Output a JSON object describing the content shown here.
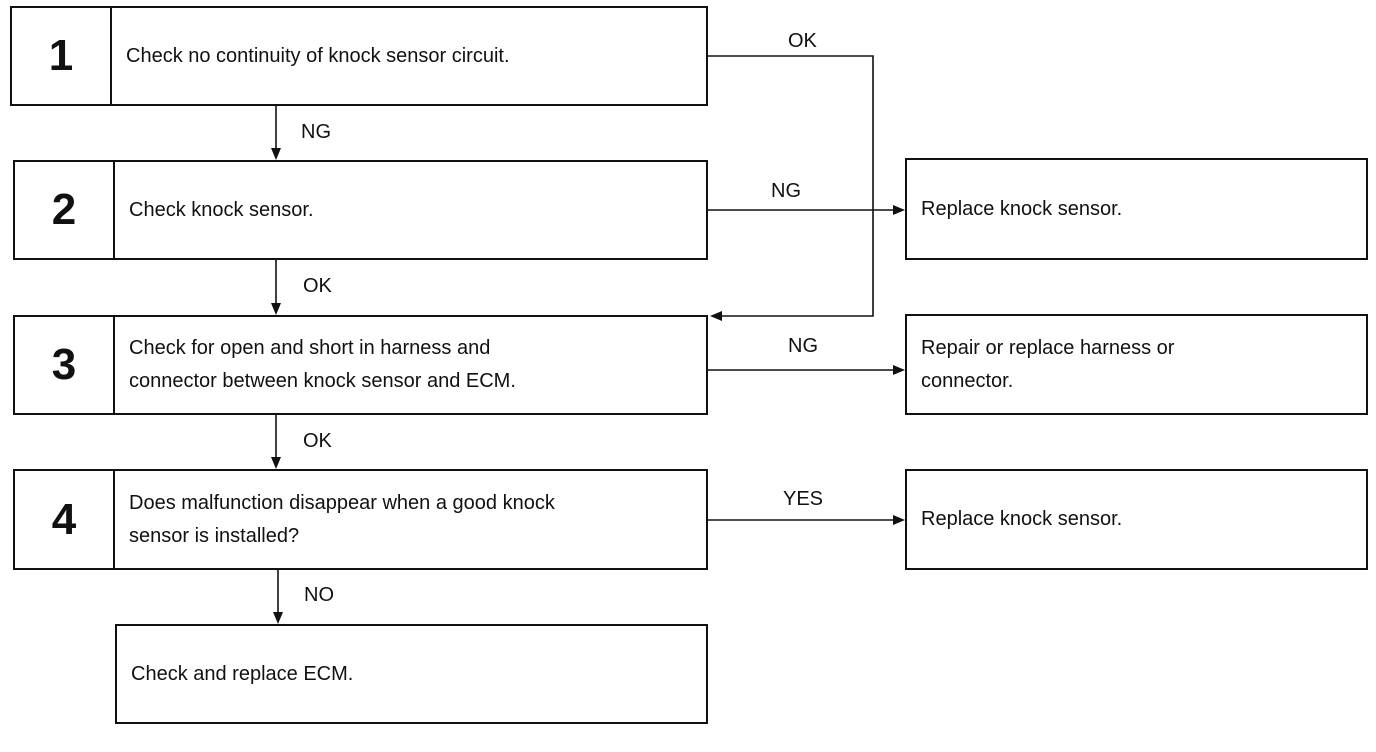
{
  "steps": [
    {
      "number": "1",
      "text": "Check no continuity of knock sensor circuit."
    },
    {
      "number": "2",
      "text": "Check knock sensor."
    },
    {
      "number": "3",
      "text": "Check for open and short in harness and\nconnector between knock sensor and ECM."
    },
    {
      "number": "4",
      "text": "Does malfunction disappear when a good knock\nsensor is installed?"
    }
  ],
  "final_step": {
    "text": "Check and replace ECM."
  },
  "actions": [
    {
      "text": "Replace knock sensor."
    },
    {
      "text": "Repair or replace harness or\nconnector."
    },
    {
      "text": "Replace knock sensor."
    }
  ],
  "labels": {
    "step1_ok": "OK",
    "step1_ng": "NG",
    "step2_ng": "NG",
    "step2_ok": "OK",
    "step3_ng": "NG",
    "step3_ok": "OK",
    "step4_yes": "YES",
    "step4_no": "NO"
  }
}
